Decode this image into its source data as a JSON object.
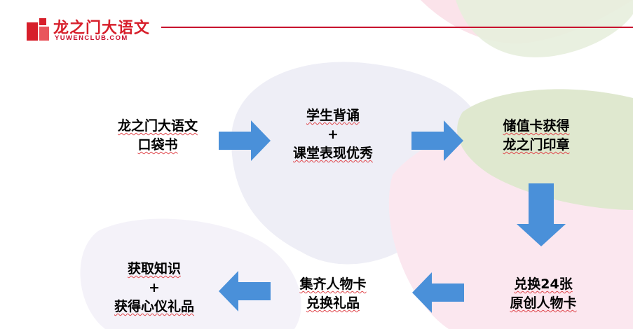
{
  "logo": {
    "title": "龙之门大语文",
    "subtitle": "YUWENCLUB.COM"
  },
  "colors": {
    "brand_red": "#d71f2b",
    "arrow_blue": "#4a90d9",
    "header_line": "#c8102e"
  },
  "flow": {
    "step1": {
      "line1": "龙之门大语文",
      "line2": "口袋书"
    },
    "step2": {
      "line1": "学生背诵",
      "line2": "+",
      "line3": "课堂表现优秀"
    },
    "step3": {
      "line1": "储值卡获得",
      "line2": "龙之门印章"
    },
    "step4": {
      "line1": "兑换24张",
      "line2": "原创人物卡"
    },
    "step5": {
      "line1": "集齐人物卡",
      "line2": "兑换礼品"
    },
    "step6": {
      "line1": "获取知识",
      "line2": "+",
      "line3": "获得心仪礼品"
    }
  }
}
